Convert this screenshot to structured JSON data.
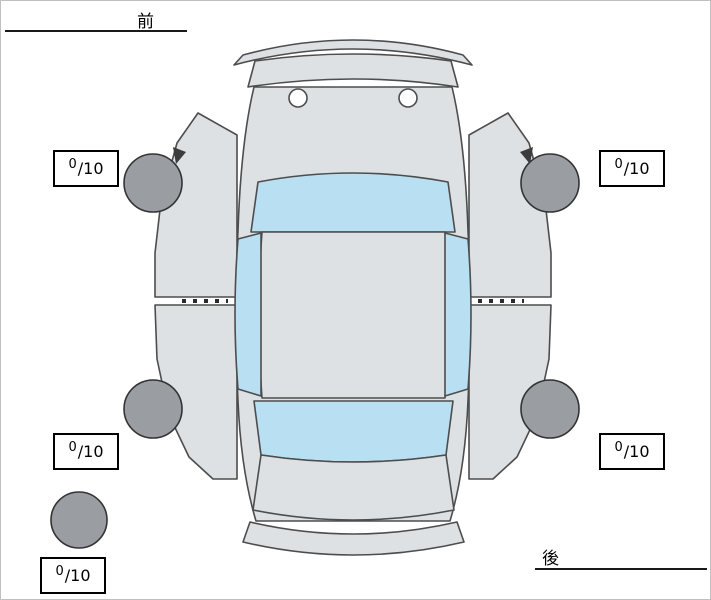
{
  "labels": {
    "front": "前",
    "rear": "後"
  },
  "scores": {
    "front_left": {
      "value": "0",
      "max": "/10"
    },
    "front_right": {
      "value": "0",
      "max": "/10"
    },
    "rear_left": {
      "value": "0",
      "max": "/10"
    },
    "rear_right": {
      "value": "0",
      "max": "/10"
    },
    "spare": {
      "value": "0",
      "max": "/10"
    }
  },
  "colors": {
    "background": "#ffffff",
    "frame": "#c0c0c0",
    "body_color": "#dde1e4",
    "glass_color": "#b9dff2",
    "tire_color": "#9a9ea2",
    "outline_color": "#4d4d4d"
  }
}
